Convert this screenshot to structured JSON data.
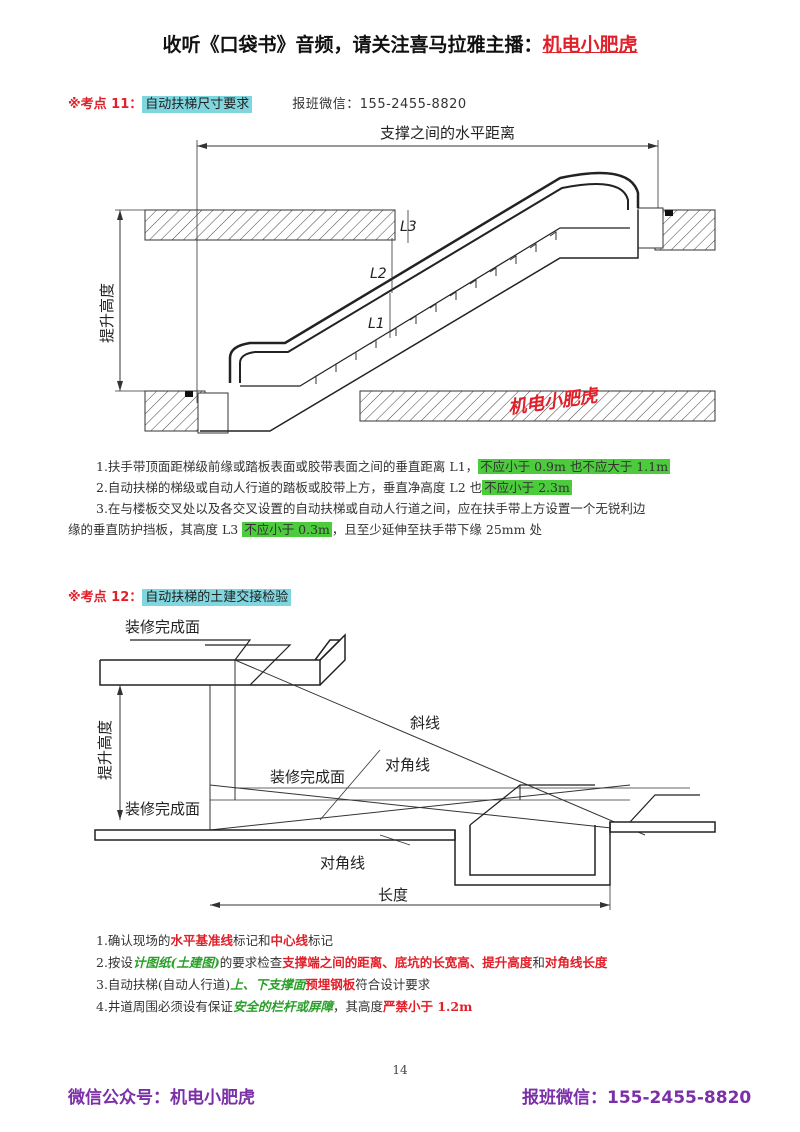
{
  "header": {
    "prefix": "收听《口袋书》音频，请关注喜马拉雅主播：",
    "brand": "机电小肥虎"
  },
  "section11": {
    "label": "※考点 11：",
    "topic": "自动扶梯尺寸要求",
    "contact": "报班微信：155-2455-8820",
    "figure": {
      "top_label": "支撑之间的水平距离",
      "side_label": "提升高度",
      "l1": "L1",
      "l2": "L2",
      "l3": "L3",
      "watermark": "机电小肥虎"
    },
    "notes": {
      "n1_text": "1.扶手带顶面距梯级前缘或踏板表面或胶带表面之间的垂直距离 L1，",
      "n1_hl": "不应小于 0.9m 也不应大于 1.1m",
      "n2_text": "2.自动扶梯的梯级或自动人行道的踏板或胶带上方，垂直净高度 L2 也",
      "n2_hl": "不应小于 2.3m",
      "n3_line1": "3.在与楼板交叉处以及各交叉设置的自动扶梯或自动人行道之间，应在扶手带上方设置一个无锐利边",
      "n3_line2_a": "缘的垂直防护挡板，其高度 L3 ",
      "n3_hl": "不应小于 0.3m",
      "n3_line2_b": "，且至少延伸至扶手带下缘 25mm 处"
    }
  },
  "section12": {
    "label": "※考点 12：",
    "topic": "自动扶梯的土建交接检验",
    "figure": {
      "finish_top": "装修完成面",
      "lift_height": "提升高度",
      "slope": "斜线",
      "diagonal_top": "对角线",
      "finish_mid": "装修完成面",
      "finish_left": "装修完成面",
      "diagonal_bottom": "对角线",
      "length": "长度"
    },
    "notes": {
      "n1_a": "1.确认现场的",
      "n1_r1": "水平基准线",
      "n1_b": "标记和",
      "n1_r2": "中心线",
      "n1_c": "标记",
      "n2_a": "2.按设",
      "n2_g1": "计图纸(土建图)",
      "n2_b": "的要求检查",
      "n2_r1": "支撑端之间的距离、底坑的长宽高、提升高度",
      "n2_c": "和",
      "n2_r2": "对角线长度",
      "n3_a": "3.自动扶梯(自动人行道)",
      "n3_g1": "上、下支撑面",
      "n3_r1": "预埋钢板",
      "n3_b": "符合设计要求",
      "n4_a": "4.井道周围必须设有保证",
      "n4_g1": "安全的栏杆或屏障",
      "n4_b": "，其高度",
      "n4_r1": "严禁小于 1.2m"
    }
  },
  "page_number": "14",
  "footer": {
    "left": "微信公众号：机电小肥虎",
    "right": "报班微信：155-2455-8820"
  }
}
